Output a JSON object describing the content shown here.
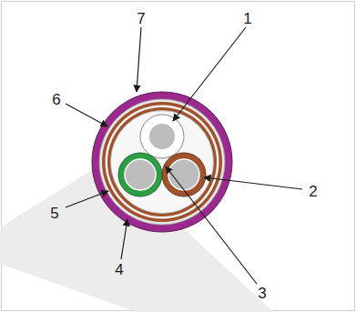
{
  "diagram": {
    "labels": [
      "7",
      "1",
      "6",
      "2",
      "5",
      "4",
      "3"
    ]
  }
}
